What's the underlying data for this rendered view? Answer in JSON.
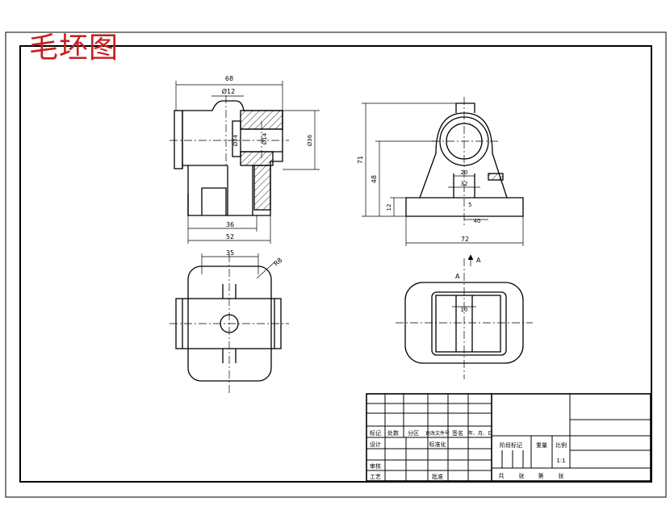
{
  "stamp": {
    "text": "毛坯图",
    "color": "#c81e1e"
  },
  "dimensions": {
    "front_width": "68",
    "front_bore": "Ø12",
    "front_d14": "Ø14",
    "front_d24": "Ø24",
    "front_d36": "Ø36",
    "front_base1": "36",
    "front_base2": "52",
    "side_height": "71",
    "side_mid": "48",
    "side_base": "12",
    "side_v20": "20",
    "side_v32": "32",
    "side_v5": "5",
    "side_h40": "40",
    "side_width": "72",
    "top_width": "35",
    "top_radius": "R8",
    "bottom_slot": "10",
    "section_a1": "A",
    "section_a2": "A"
  },
  "title_block": {
    "headers": [
      "标记",
      "处数",
      "分区",
      "更改文件号",
      "签名",
      "年、月、日"
    ],
    "design": "设计",
    "standardize": "标准化",
    "review": "审核",
    "process": "工艺",
    "approve": "批准",
    "stage_mark": "阶段标记",
    "weight": "重量",
    "scale_label": "比例",
    "scale_value": "1:1",
    "sheets": [
      "共",
      "张",
      "第",
      "张"
    ]
  },
  "colors": {
    "line": "#000000",
    "stamp": "#c81e1e",
    "hatch": "#000000"
  }
}
